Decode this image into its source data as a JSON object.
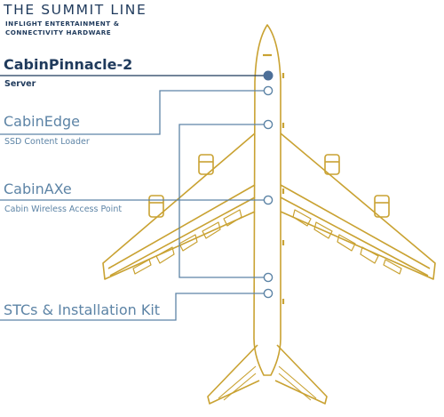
{
  "header": {
    "title": "THE SUMMIT LINE",
    "tagline_line1": "INFLIGHT ENTERTAINMENT &",
    "tagline_line2": "CONNECTIVITY HARDWARE"
  },
  "colors": {
    "navy": "#1f3a5c",
    "steel_blue": "#5d84a6",
    "gold": "#c9a232"
  },
  "products": [
    {
      "name": "CabinPinnacle-2",
      "subtitle": "Server"
    },
    {
      "name": "CabinEdge",
      "subtitle": "SSD Content Loader"
    },
    {
      "name": "CabinAXe",
      "subtitle": "Cabin Wireless Access Point"
    },
    {
      "name": "STCs & Installation Kit",
      "subtitle": ""
    }
  ]
}
